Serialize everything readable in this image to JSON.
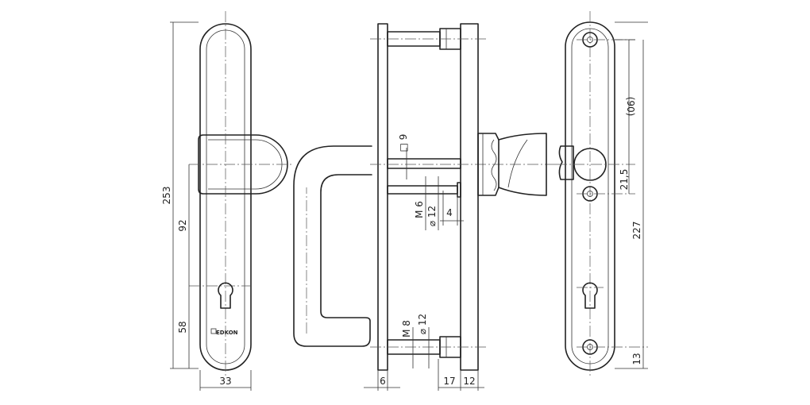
{
  "drawing": {
    "brand_mark": "EDKON",
    "dimensions": {
      "overall_height": "253",
      "handle_to_cylinder": "92",
      "cylinder_to_bottom": "58",
      "plate_width": "33",
      "square_spindle": "□ 9",
      "thread_top": "M 6",
      "diameter_top": "⌀ 12",
      "offset_4": "4",
      "thread_bottom": "M 8",
      "diameter_bottom": "⌀ 12",
      "plate_thickness": "6",
      "rosette_depth": "17",
      "back_plate_thickness": "12",
      "screw_spacing": "(90)",
      "handle_offset": "21,5",
      "right_height": "227",
      "bottom_screw": "13"
    }
  }
}
